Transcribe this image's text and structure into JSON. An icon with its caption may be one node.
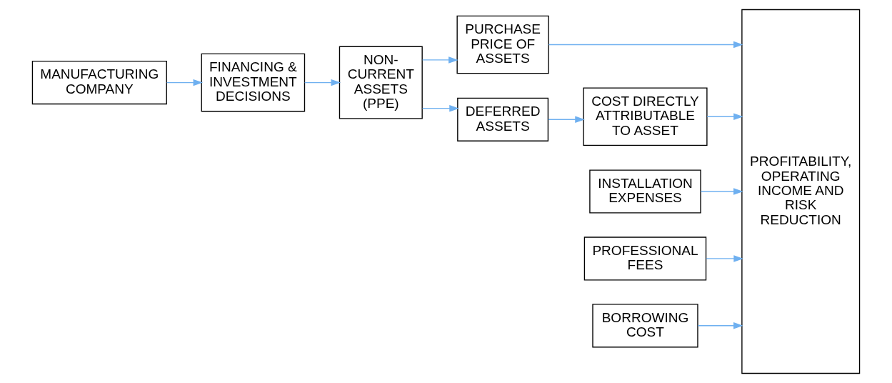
{
  "diagram": {
    "nodes": [
      {
        "text": [
          "MANUFACTURING COMPANY"
        ]
      },
      {
        "text": [
          "FINANCING & INVESTMENT DECISIONS"
        ]
      },
      {
        "text": [
          "NON- CURRENT ASSETS (PPE)"
        ]
      },
      {
        "text": [
          "PURCHASE PRICE OF ASSETS"
        ]
      },
      {
        "text": [
          "DEFERRED ASSETS"
        ]
      },
      {
        "text": [
          "COST DIRECTLY ATTRIBUTABLE TO ASSET"
        ]
      },
      {
        "text": [
          "INSTALLATION EXPENSES"
        ]
      },
      {
        "text": [
          "PROFESSIONAL FEES"
        ]
      },
      {
        "text": [
          "BORROWING COST"
        ]
      },
      {
        "text": [
          "PROFITABILITY, OPERATING INCOME AND RISK REDUCTION"
        ]
      }
    ],
    "edges": [
      {
        "from": 0,
        "to": 1,
        "arrow": "to"
      },
      {
        "from": 1,
        "to": 2,
        "arrow": "to"
      },
      {
        "from": 2,
        "to": 3,
        "arrow": "to"
      },
      {
        "from": 2,
        "to": 4,
        "arrow": "to"
      },
      {
        "from": 4,
        "to": 5,
        "arrow": "to"
      },
      {
        "from": 3,
        "to": 9,
        "arrow": "to"
      },
      {
        "from": 5,
        "to": 9,
        "arrow": "to"
      },
      {
        "from": 6,
        "to": 9,
        "arrow": "to"
      },
      {
        "from": 7,
        "to": 9,
        "arrow": "to"
      },
      {
        "from": 8,
        "to": 9,
        "arrow": "to"
      }
    ]
  }
}
